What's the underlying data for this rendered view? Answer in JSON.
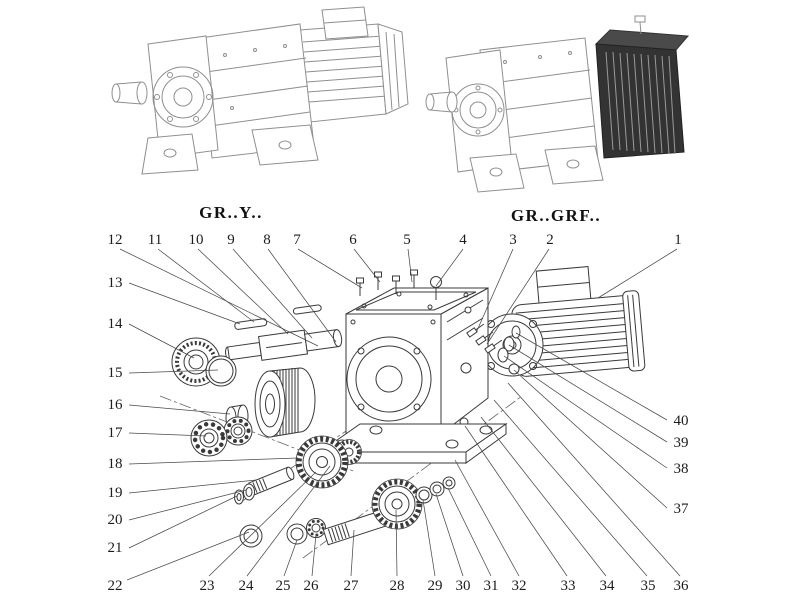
{
  "colors": {
    "ink": "#3a3a3a",
    "light_ink": "#8f8f8f",
    "dark_fill": "#333333"
  },
  "variant_labels": {
    "left": "GR..Y..",
    "right": "GR..GRF.."
  },
  "callouts": {
    "c1": "1",
    "c2": "2",
    "c3": "3",
    "c4": "4",
    "c5": "5",
    "c6": "6",
    "c7": "7",
    "c8": "8",
    "c9": "9",
    "c10": "10",
    "c11": "11",
    "c12": "12",
    "c13": "13",
    "c14": "14",
    "c15": "15",
    "c16": "16",
    "c17": "17",
    "c18": "18",
    "c19": "19",
    "c20": "20",
    "c21": "21",
    "c22": "22",
    "c23": "23",
    "c24": "24",
    "c25": "25",
    "c26": "26",
    "c27": "27",
    "c28": "28",
    "c29": "29",
    "c30": "30",
    "c31": "31",
    "c32": "32",
    "c33": "33",
    "c34": "34",
    "c35": "35",
    "c36": "36",
    "c37": "37",
    "c38": "38",
    "c39": "39",
    "c40": "40"
  }
}
